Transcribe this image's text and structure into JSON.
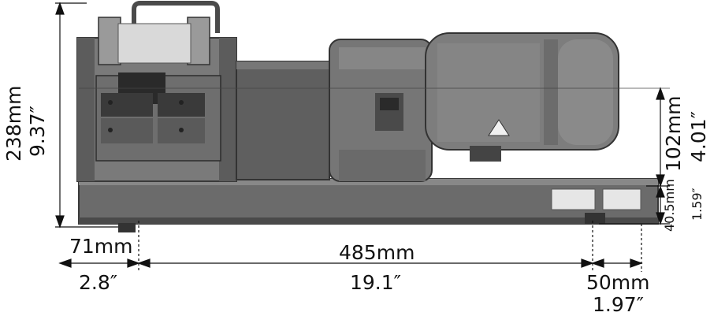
{
  "diagram": {
    "subject": "pump-unit-dimension-drawing",
    "dimensions": {
      "height_total": {
        "mm": "238mm",
        "in": "9.37″"
      },
      "axis_height": {
        "mm": "102mm",
        "in": "4.01″"
      },
      "base_height": {
        "mm": "40.5mm",
        "in": "1.59″"
      },
      "left_overhang": {
        "mm": "71mm",
        "in": "2.8″"
      },
      "base_length": {
        "mm": "485mm",
        "in": "19.1″"
      },
      "right_overhang": {
        "mm": "50mm",
        "in": "1.97″"
      }
    }
  }
}
